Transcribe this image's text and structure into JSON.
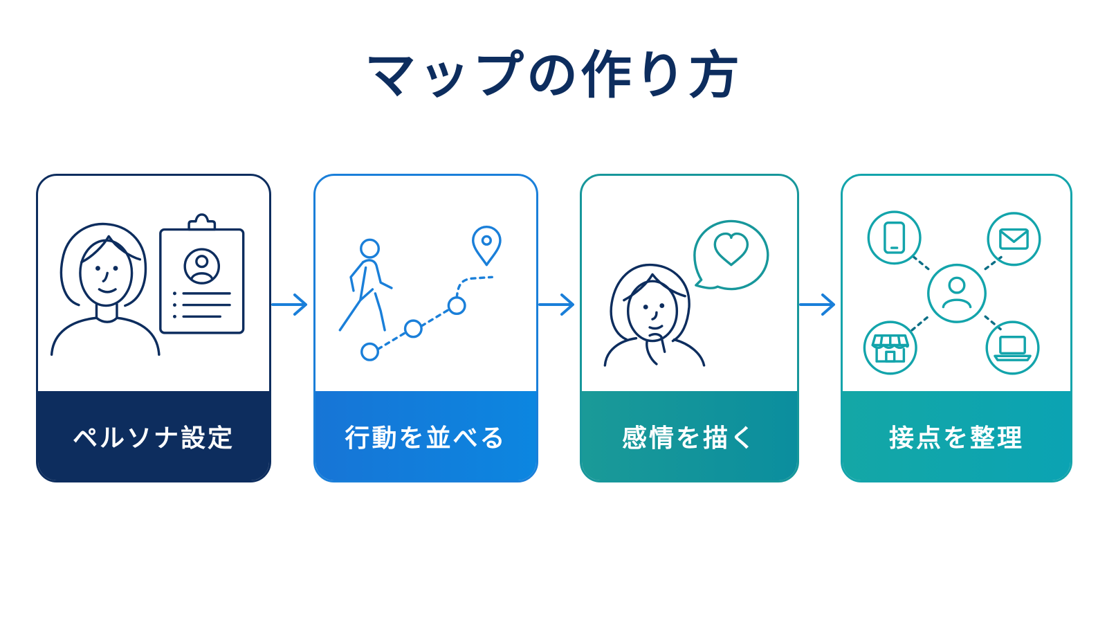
{
  "title": "マップの作り方",
  "colors": {
    "navy": "#0d2d5e",
    "blue": "#1a7fd9",
    "teal": "#17979b",
    "cyan": "#13a4ab"
  },
  "steps": [
    {
      "label": "ペルソナ設定",
      "icons": [
        "woman-icon",
        "profile-clipboard-icon"
      ]
    },
    {
      "label": "行動を並べる",
      "icons": [
        "walking-person-icon",
        "route-dots-icon",
        "location-pin-icon"
      ]
    },
    {
      "label": "感情を描く",
      "icons": [
        "thinking-woman-icon",
        "heart-speech-bubble-icon"
      ]
    },
    {
      "label": "接点を整理",
      "icons": [
        "smartphone-icon",
        "mail-icon",
        "user-icon",
        "store-icon",
        "laptop-icon"
      ]
    }
  ]
}
